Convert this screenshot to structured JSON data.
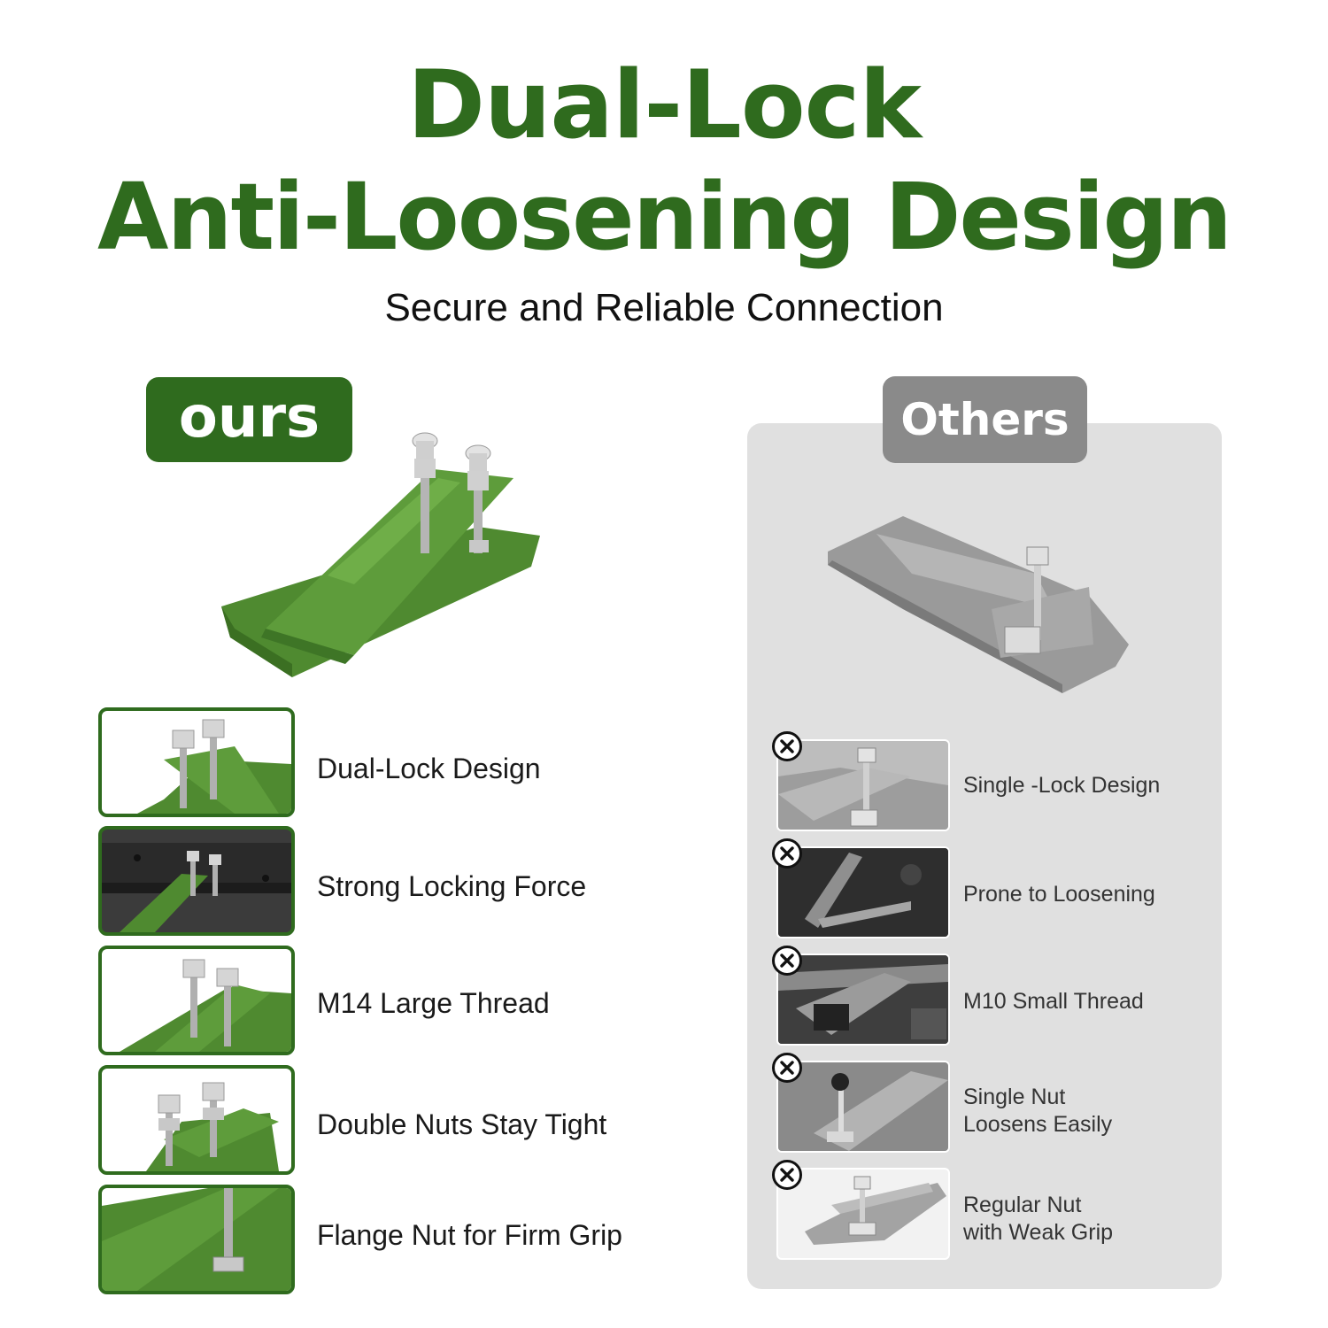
{
  "header": {
    "title_line1": "Dual-Lock",
    "title_line2": "Anti-Loosening Design",
    "subtitle": "Secure and Reliable Connection"
  },
  "ours": {
    "badge": "ours",
    "features": [
      {
        "label": "Dual-Lock Design"
      },
      {
        "label": "Strong Locking Force"
      },
      {
        "label": "M14 Large Thread"
      },
      {
        "label": "Double Nuts Stay Tight"
      },
      {
        "label": "Flange Nut for Firm Grip"
      }
    ]
  },
  "others": {
    "badge": "Others",
    "features": [
      {
        "line1": "Single -Lock Design",
        "line2": ""
      },
      {
        "line1": "Prone to Loosening",
        "line2": ""
      },
      {
        "line1": "M10 Small Thread",
        "line2": ""
      },
      {
        "line1": "Single Nut",
        "line2": "Loosens Easily"
      },
      {
        "line1": "Regular Nut",
        "line2": "with Weak Grip"
      }
    ]
  },
  "colors": {
    "brand_green": "#2f6b1e",
    "panel_gray": "#e0e0e0",
    "badge_gray": "#8a8a8a"
  },
  "icons": {
    "fail": "x-circle-icon"
  }
}
